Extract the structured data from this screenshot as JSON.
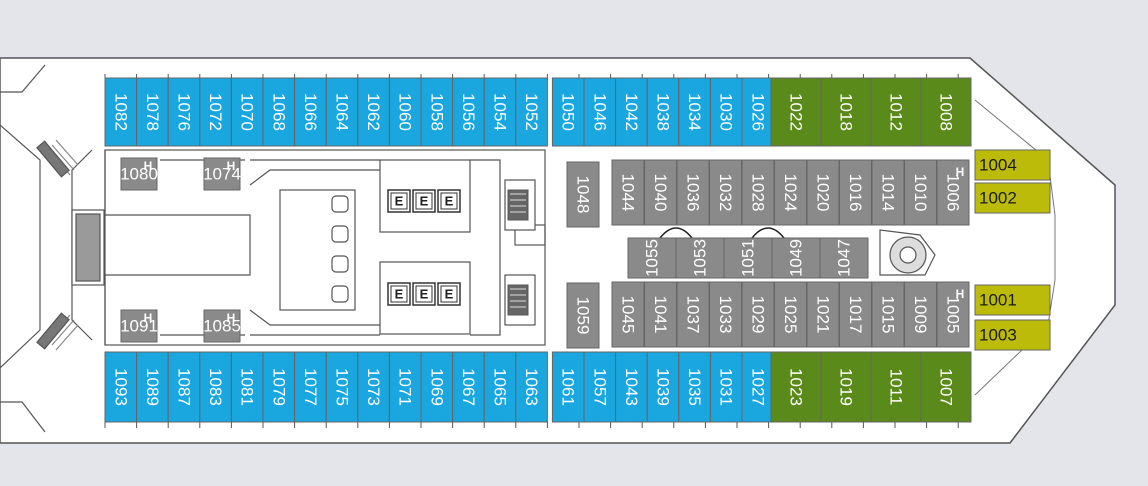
{
  "deck": {
    "colors": {
      "background": "#e4e5ea",
      "hull": "#ffffff",
      "outline": "#555555",
      "blue": "#1aa6df",
      "green": "#5a8a1a",
      "yellow": "#bdbb0a",
      "gray": "#8a8a8a"
    },
    "top_blue": [
      "1082",
      "1078",
      "1076",
      "1072",
      "1070",
      "1068",
      "1066",
      "1064",
      "1062",
      "1060",
      "1058",
      "1056",
      "1054",
      "1052",
      "1050",
      "1046",
      "1042",
      "1038",
      "1034",
      "1030",
      "1026"
    ],
    "top_green": [
      "1022",
      "1018",
      "1012",
      "1008"
    ],
    "bottom_blue": [
      "1093",
      "1089",
      "1087",
      "1083",
      "1081",
      "1079",
      "1077",
      "1075",
      "1073",
      "1071",
      "1069",
      "1067",
      "1065",
      "1063",
      "1061",
      "1057",
      "1043",
      "1039",
      "1035",
      "1031",
      "1027"
    ],
    "bottom_green": [
      "1023",
      "1019",
      "1011",
      "1007"
    ],
    "inner_top": [
      "1044",
      "1040",
      "1036",
      "1032",
      "1028",
      "1024",
      "1020",
      "1016",
      "1014",
      "1010",
      "1006"
    ],
    "inner_bottom": [
      "1045",
      "1041",
      "1037",
      "1033",
      "1029",
      "1025",
      "1021",
      "1017",
      "1015",
      "1009",
      "1005"
    ],
    "inner_middle": [
      "1055",
      "1053",
      "1051",
      "1049",
      "1047"
    ],
    "side_gray": {
      "top": "1048",
      "bottom": "1059"
    },
    "small_labeled": {
      "tl1": "1080",
      "tl2": "1074",
      "bl1": "1091",
      "bl2": "1085"
    },
    "yellow": [
      "1004",
      "1002",
      "1001",
      "1003"
    ],
    "accessible_marker": "H",
    "elevator_glyph": "E"
  }
}
